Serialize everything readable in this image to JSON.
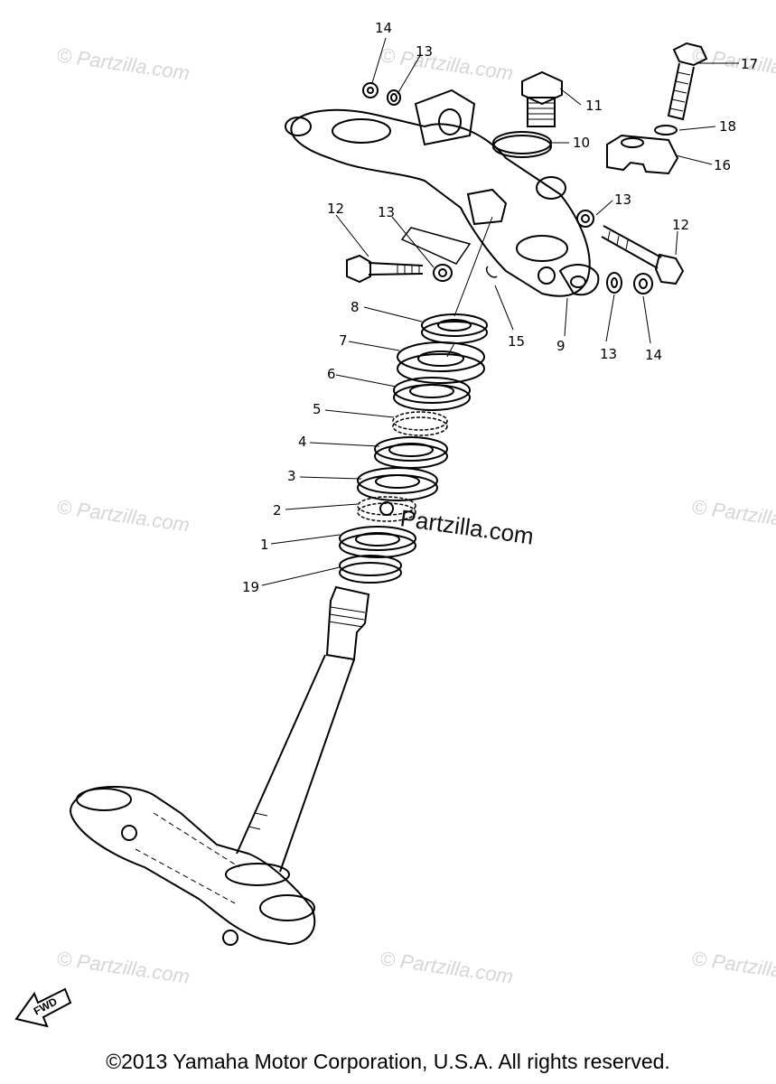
{
  "diagram": {
    "callouts": [
      "1",
      "2",
      "3",
      "4",
      "5",
      "6",
      "7",
      "8",
      "9",
      "10",
      "11",
      "12",
      "12",
      "13",
      "13",
      "13",
      "13",
      "14",
      "14",
      "15",
      "16",
      "17",
      "18",
      "19"
    ],
    "watermark": "© Partzilla.com",
    "watermark_center": "Partzilla.com",
    "fwd_label": "FWD",
    "copyright": "©2013  Yamaha Motor Corporation, U.S.A. All rights reserved."
  }
}
